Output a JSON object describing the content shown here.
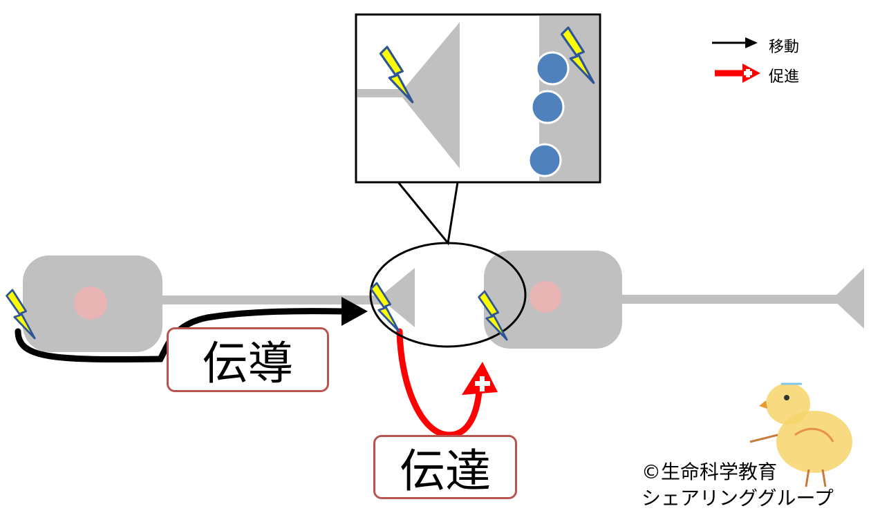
{
  "labels": {
    "conduction": "伝導",
    "transmission": "伝達"
  },
  "legend": {
    "move": "移動",
    "promote": "促進"
  },
  "copyright": {
    "line1": "©生命科学教育",
    "line2": "シェアリンググループ"
  },
  "colors": {
    "neuron_gray": "#c0c0c0",
    "nucleus_pink": "#e8b4b4",
    "conduction_arrow": "#000000",
    "transmission_arrow": "#ff0000",
    "label_border": "#b85450",
    "vesicle_blue": "#4f81bd",
    "lightning_yellow": "#ffff00",
    "lightning_outline": "#2e5596"
  },
  "icons": [
    "lightning-bolt-icon",
    "plus-icon",
    "arrow-icon",
    "chick-icon"
  ]
}
